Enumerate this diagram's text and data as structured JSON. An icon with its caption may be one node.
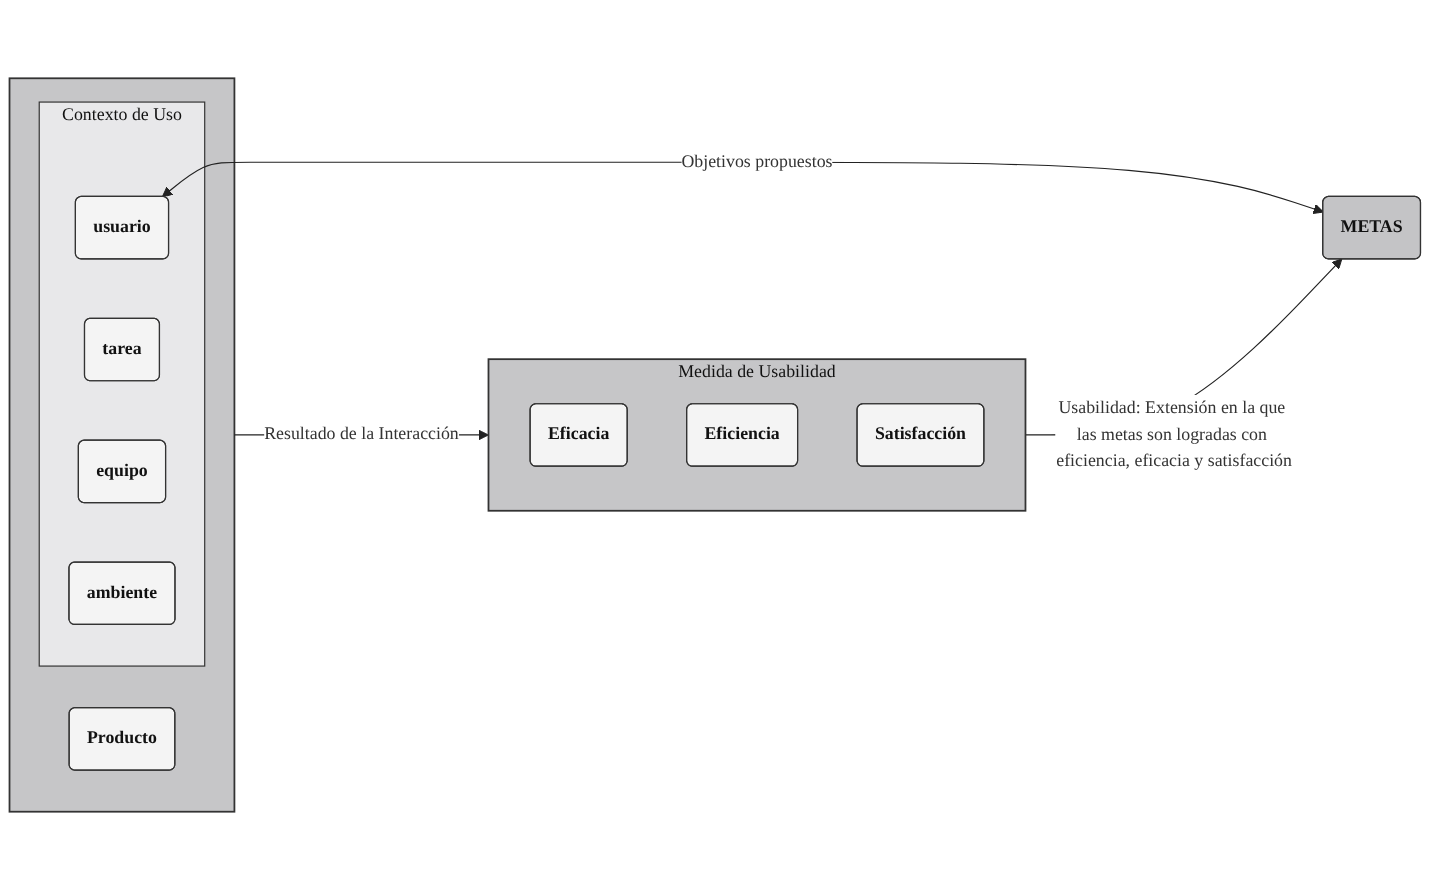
{
  "diagram": {
    "nodes": [
      {
        "text": [],
        "shape": "box"
      },
      {
        "text": [
          "Contexto de Uso"
        ],
        "in": 0
      },
      {
        "text": [
          "usuario"
        ],
        "in": 1
      },
      {
        "text": [
          "tarea"
        ],
        "in": 1
      },
      {
        "text": [
          "equipo"
        ],
        "in": 1
      },
      {
        "text": [
          "ambiente"
        ],
        "in": 1
      },
      {
        "text": [
          "Producto"
        ],
        "in": 0
      },
      {
        "text": [
          "METAS"
        ]
      },
      {
        "text": [
          "Medida de Usabilidad"
        ]
      },
      {
        "text": [
          "Eficacia"
        ],
        "in": 8
      },
      {
        "text": [
          "Eficiencia"
        ],
        "in": 8
      },
      {
        "text": [
          "Satisfacción"
        ],
        "in": 8
      }
    ],
    "edges": [
      {
        "from": 2,
        "to": 7,
        "arrow": "both",
        "label": "Objetivos propuestos"
      },
      {
        "from": 0,
        "to": 8,
        "arrow": "to",
        "label": "Resultado de la Interacción"
      },
      {
        "from": 8,
        "to": 7,
        "arrow": "to",
        "label": "Usabilidad: Extensión en la que las metas son logradas con eficiencia, eficacia y satisfacción"
      }
    ]
  }
}
